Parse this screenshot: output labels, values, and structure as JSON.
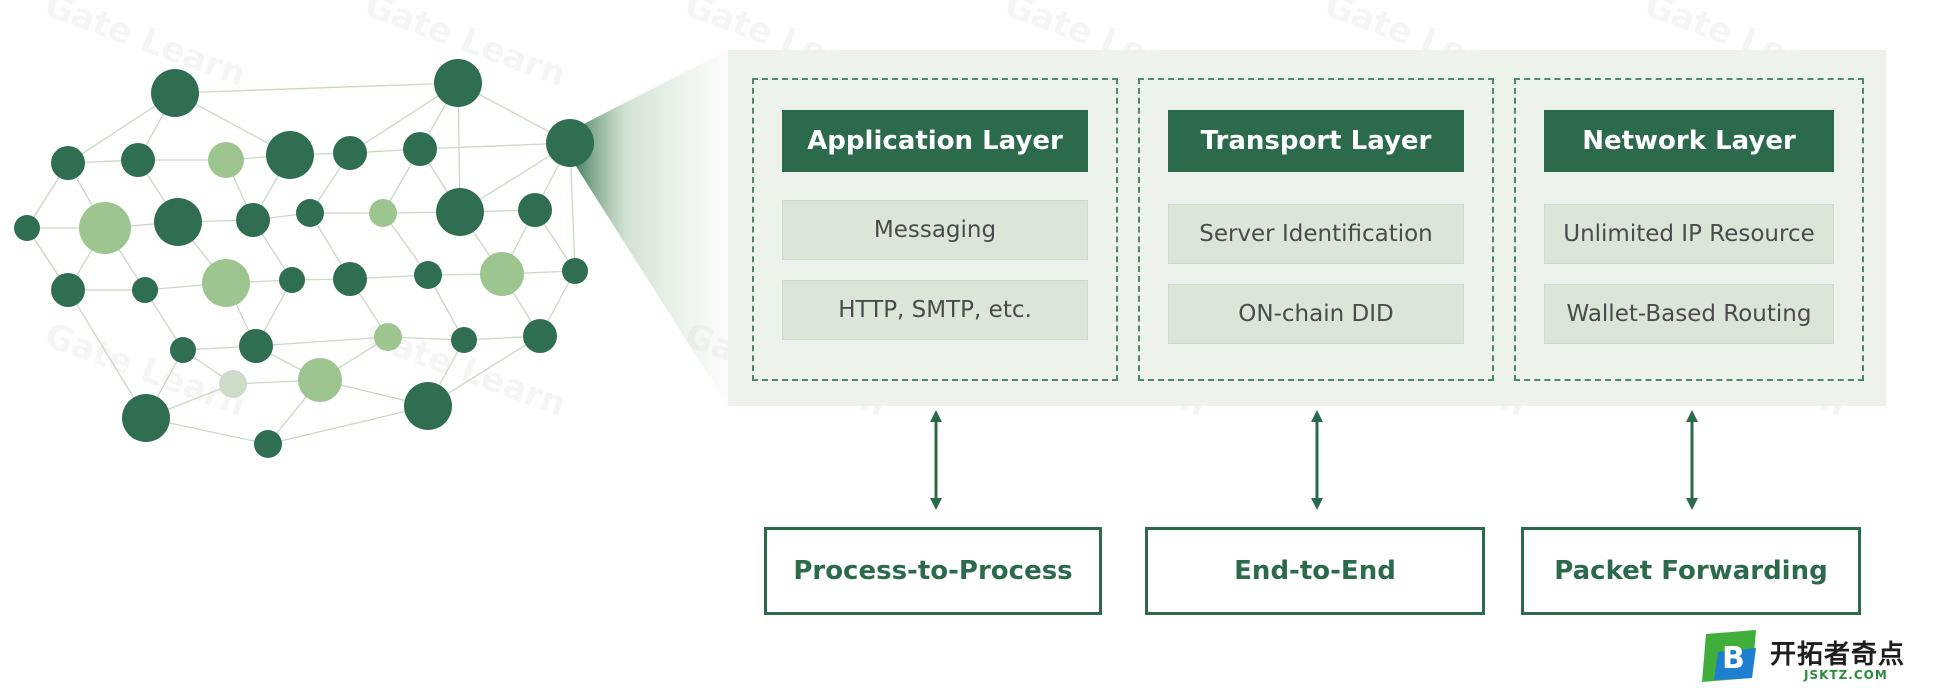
{
  "layers": [
    {
      "title": "Application Layer",
      "items": [
        "Messaging",
        "HTTP, SMTP, etc."
      ],
      "function": "Process-to-Process"
    },
    {
      "title": "Transport Layer",
      "items": [
        "Server Identification",
        "ON-chain DID"
      ],
      "function": "End-to-End"
    },
    {
      "title": "Network Layer",
      "items": [
        "Unlimited IP Resource",
        "Wallet-Based Routing"
      ],
      "function": "Packet Forwarding"
    }
  ],
  "watermark": "Gate Learn",
  "logo": {
    "name": "开拓者奇点",
    "domain": "JSKTZ.COM",
    "letter": "B"
  },
  "colors": {
    "dark_green": "#2c6a4c",
    "light_green": "#9cc58f",
    "panel": "#eef2ec",
    "item": "#dbe5d8"
  }
}
